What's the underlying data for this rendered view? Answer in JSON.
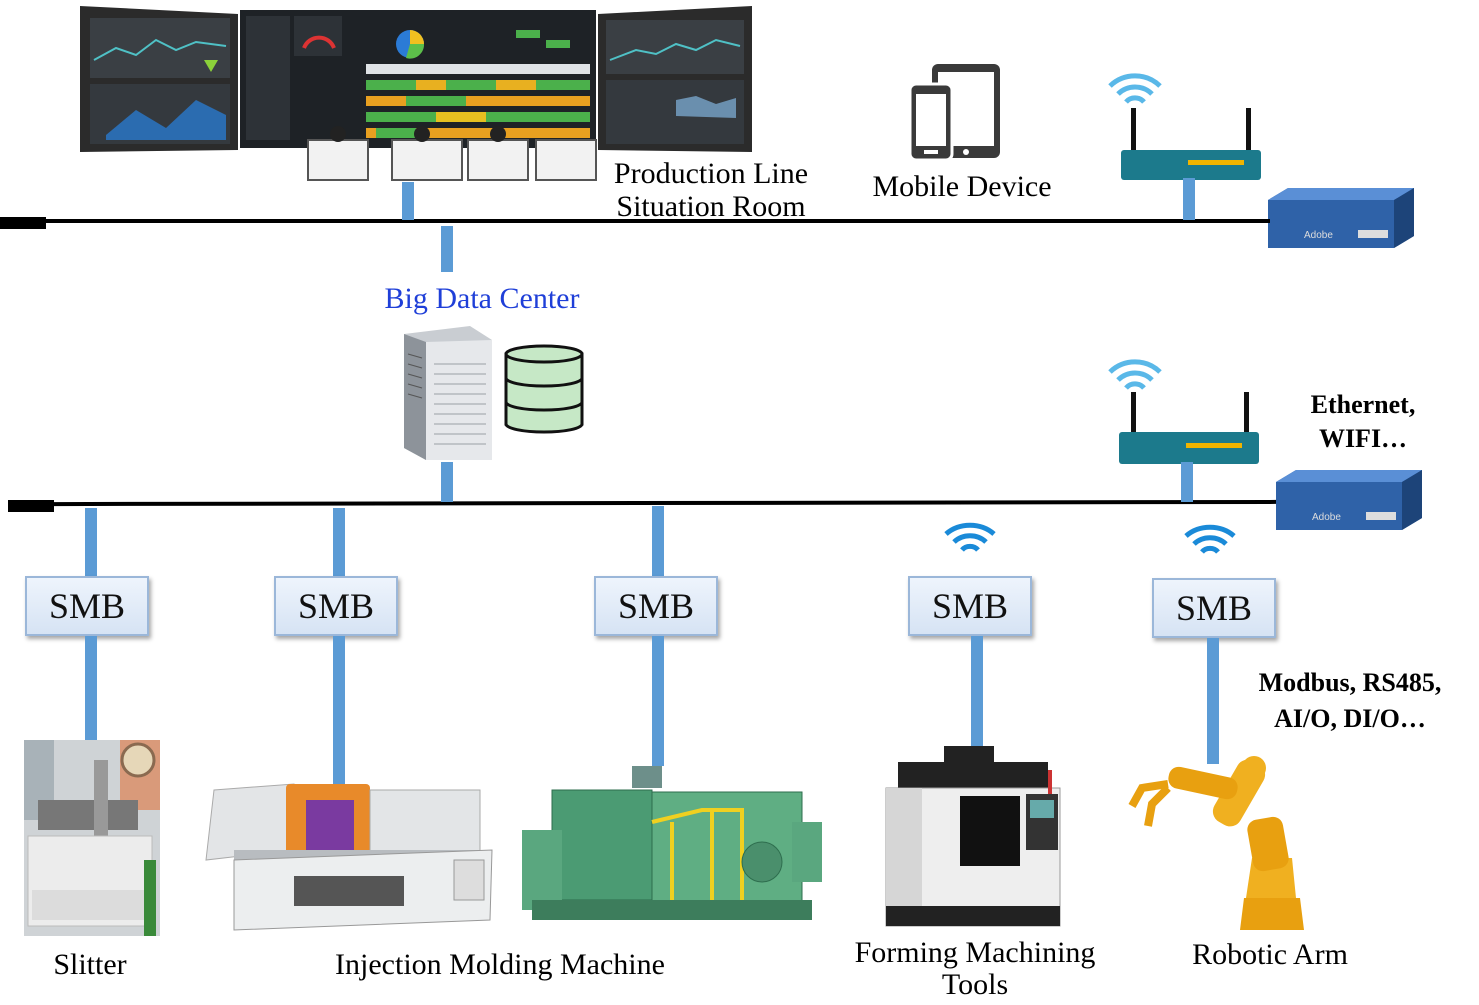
{
  "labels": {
    "situation_room_line1": "Production Line",
    "situation_room_line2": "Situation Room",
    "mobile_device": "Mobile Device",
    "big_data_center": "Big Data Center",
    "ethernet_line1": "Ethernet,",
    "ethernet_line2": "WIFI…",
    "protocols_line1": "Modbus, RS485,",
    "protocols_line2": "AI/O, DI/O…",
    "slitter": "Slitter",
    "injection_molding": "Injection Molding Machine",
    "forming_line1": "Forming Machining",
    "forming_line2": "Tools",
    "robotic_arm": "Robotic Arm",
    "switch_brand": "Adobe"
  },
  "smb_boxes": [
    {
      "label": "SMB"
    },
    {
      "label": "SMB"
    },
    {
      "label": "SMB"
    },
    {
      "label": "SMB"
    },
    {
      "label": "SMB"
    }
  ],
  "colors": {
    "link": "#5b9bd5",
    "bus": "#000000",
    "big_data_label": "#1f3fd8",
    "router": "#1c7a8c",
    "wifi": "#2e8fd8",
    "database_fill": "#c6e8c6",
    "switch": "#2f62a8"
  }
}
